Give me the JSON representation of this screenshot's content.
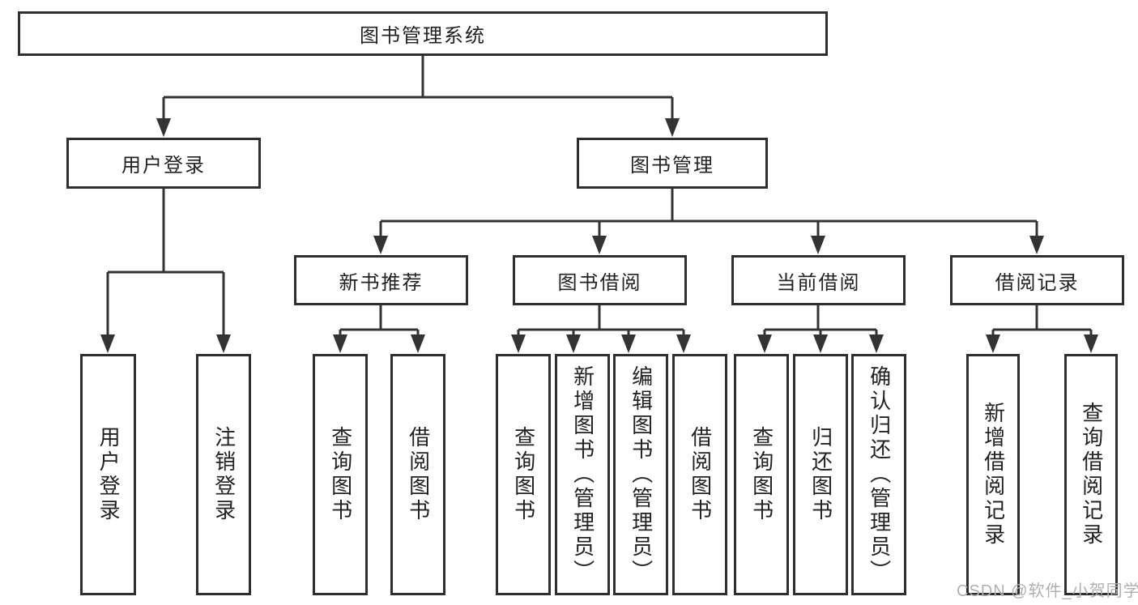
{
  "diagram": {
    "type": "tree-structure-chart",
    "root": "图书管理系统",
    "level1": [
      "用户登录",
      "图书管理"
    ],
    "level2": [
      "新书推荐",
      "图书借阅",
      "当前借阅",
      "借阅记录"
    ],
    "leaves": [
      "用户登录",
      "注销登录",
      "查询图书",
      "借阅图书",
      "查询图书",
      "新增图书（管理员）",
      "编辑图书（管理员）",
      "借阅图书",
      "查询图书",
      "归还图书",
      "确认归还（管理员）",
      "新增借阅记录",
      "查询借阅记录"
    ],
    "hierarchy": {
      "图书管理系统": [
        "用户登录",
        "图书管理"
      ],
      "用户登录": [
        "用户登录",
        "注销登录"
      ],
      "图书管理": [
        "新书推荐",
        "图书借阅",
        "当前借阅",
        "借阅记录"
      ],
      "新书推荐": [
        "查询图书",
        "借阅图书"
      ],
      "图书借阅": [
        "查询图书",
        "新增图书（管理员）",
        "编辑图书（管理员）",
        "借阅图书"
      ],
      "当前借阅": [
        "查询图书",
        "归还图书",
        "确认归还（管理员）"
      ],
      "借阅记录": [
        "新增借阅记录",
        "查询借阅记录"
      ]
    },
    "colors": {
      "background": "#ffffff",
      "box_border": "#2f2f2f",
      "connector_line": "#333333",
      "text": "#222222",
      "watermark_text": "#b0b0b0"
    }
  },
  "watermark": "CSDN @软件_小贺同学"
}
